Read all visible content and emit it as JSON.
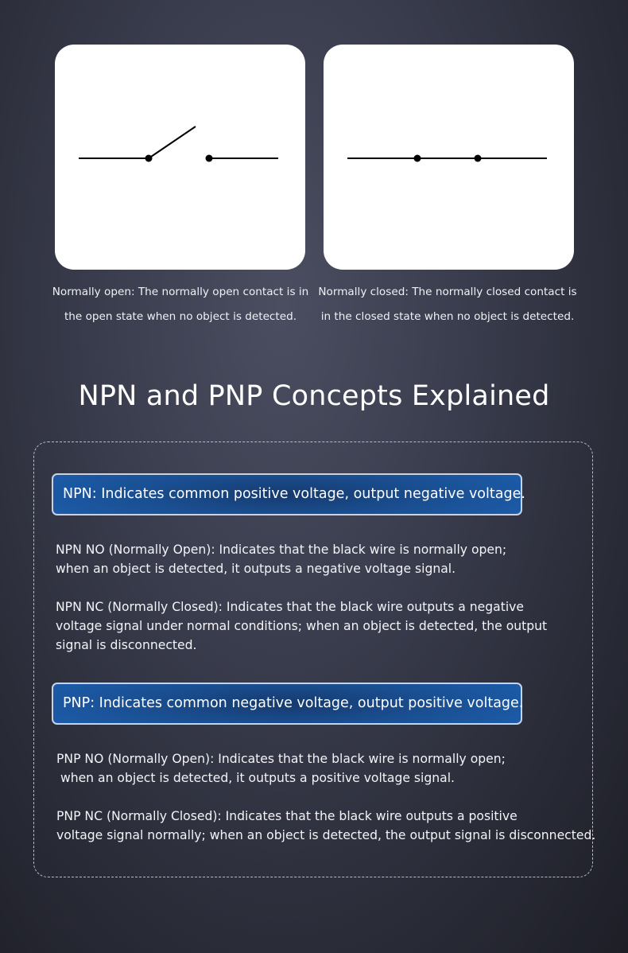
{
  "diagrams": {
    "normally_open": {
      "caption_line1": "Normally open: The normally open contact is in",
      "caption_line2": "the open state when no object is detected."
    },
    "normally_closed": {
      "caption_line1": "Normally closed: The normally closed contact is",
      "caption_line2": "in the closed state when no object is detected."
    }
  },
  "title": "NPN and PNP Concepts Explained",
  "npn": {
    "banner": "NPN: Indicates common positive voltage, output negative voltage.",
    "no_line1": "NPN NO (Normally Open): Indicates that the black wire is normally open;",
    "no_line2": "when an object is detected, it outputs a negative voltage signal.",
    "nc_line1": "NPN NC (Normally Closed): Indicates that the black wire outputs a negative",
    "nc_line2": "voltage signal under normal conditions; when an object is detected, the output",
    "nc_line3": "signal is disconnected."
  },
  "pnp": {
    "banner": "PNP: Indicates common negative voltage, output positive voltage.",
    "no_line1": "PNP NO (Normally Open): Indicates that the black wire is normally open;",
    "no_line2": " when an object is detected, it outputs a positive voltage signal.",
    "nc_line1": "PNP NC (Normally Closed): Indicates that the black wire outputs a positive",
    "nc_line2": "voltage signal normally; when an object is detected, the output signal is disconnected."
  },
  "colors": {
    "banner_blue": "#1d62b4",
    "banner_dark": "#163a6e",
    "background": "#3b3e4f"
  }
}
